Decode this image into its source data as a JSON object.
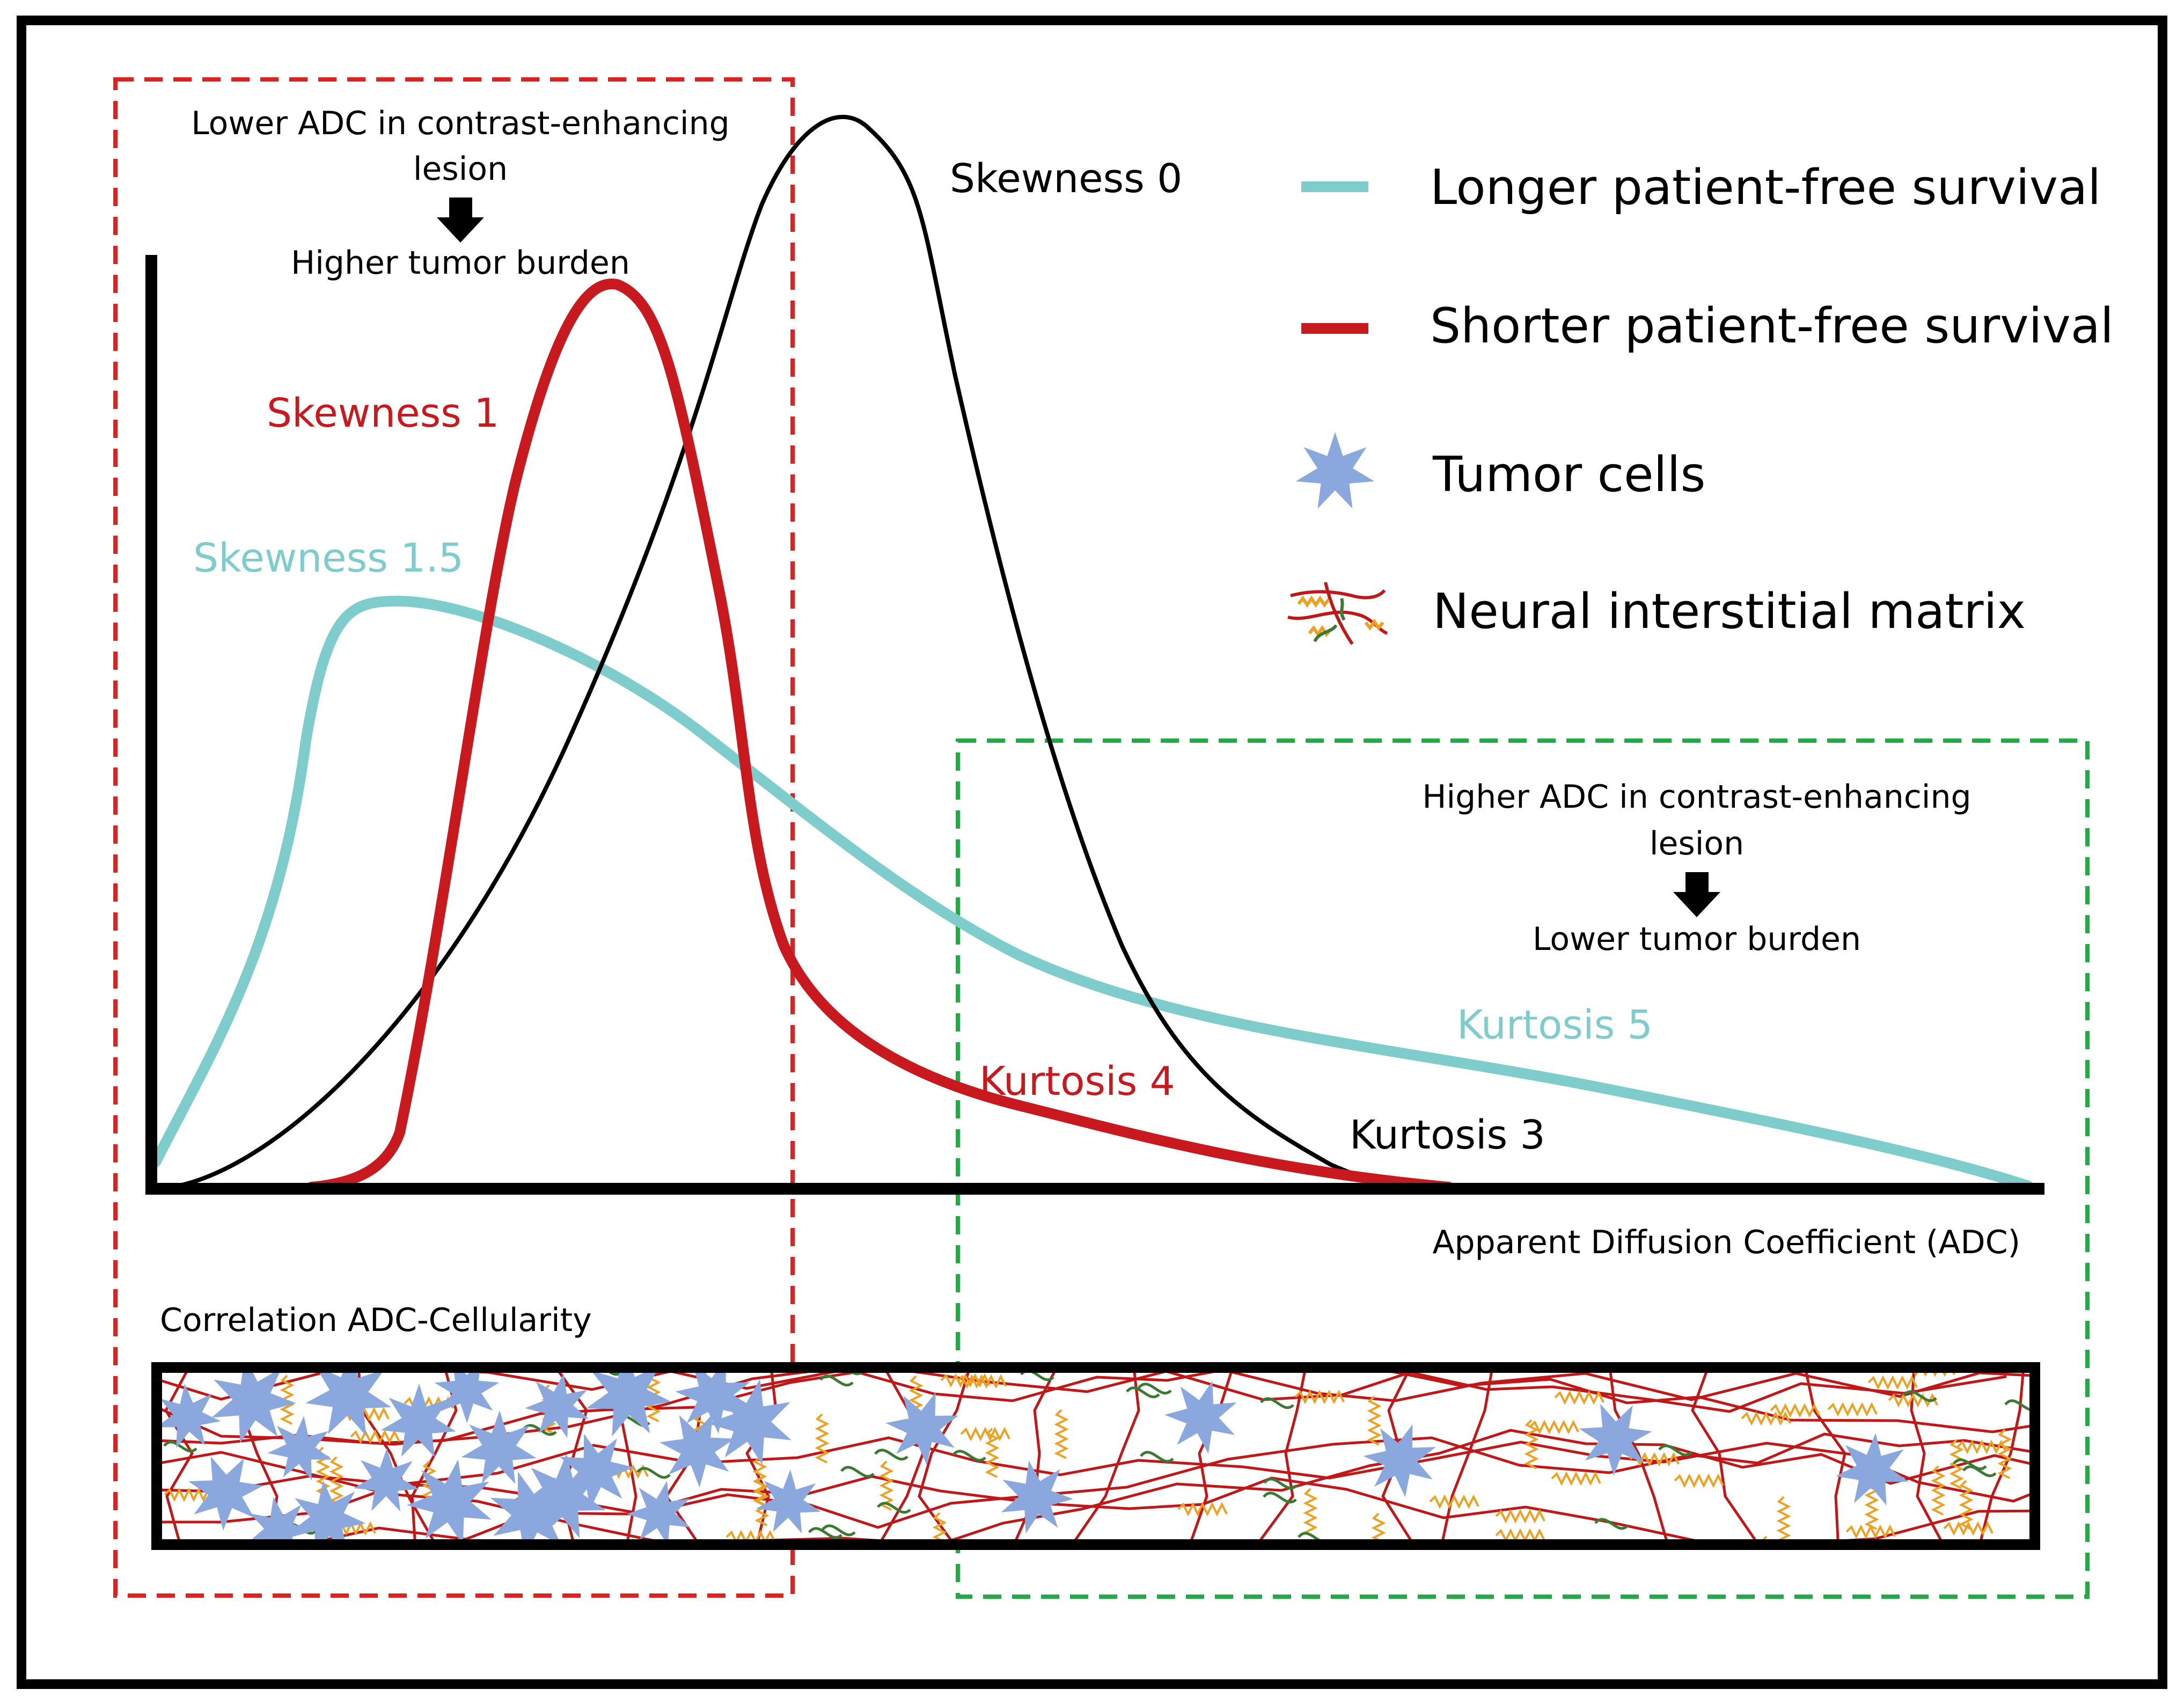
{
  "colors": {
    "frame": "#000000",
    "black_curve": "#000000",
    "red_curve": "#c81a1e",
    "teal_curve": "#7fcccc",
    "red_box": "#dd2222",
    "green_box": "#22aa44",
    "tumor_cell": "#8ba8de",
    "matrix_red": "#c01818",
    "matrix_orange": "#eea020",
    "matrix_green": "#3a7a33"
  },
  "left_annotation": {
    "line1": "Lower ADC in contrast-enhancing",
    "line2": "lesion",
    "result": "Higher tumor burden"
  },
  "right_annotation": {
    "line1": "Higher ADC in contrast-enhancing",
    "line2": "lesion",
    "result": "Lower tumor burden"
  },
  "curve_labels": {
    "skewness_0": "Skewness 0",
    "skewness_1": "Skewness 1",
    "skewness_15": "Skewness 1.5",
    "kurtosis_3": "Kurtosis 3",
    "kurtosis_4": "Kurtosis 4",
    "kurtosis_5": "Kurtosis 5"
  },
  "x_axis_label": "Apparent Diffusion Coefficient (ADC)",
  "legend": {
    "longer": "Longer patient-free survival",
    "shorter": "Shorter patient-free survival",
    "tumor": "Tumor cells",
    "matrix": "Neural interstitial matrix"
  },
  "strip_title": "Correlation ADC-Cellularity",
  "icons": {
    "arrow": "down-arrow-icon",
    "tumor": "tumor-cell-icon",
    "matrix": "neural-matrix-icon"
  }
}
